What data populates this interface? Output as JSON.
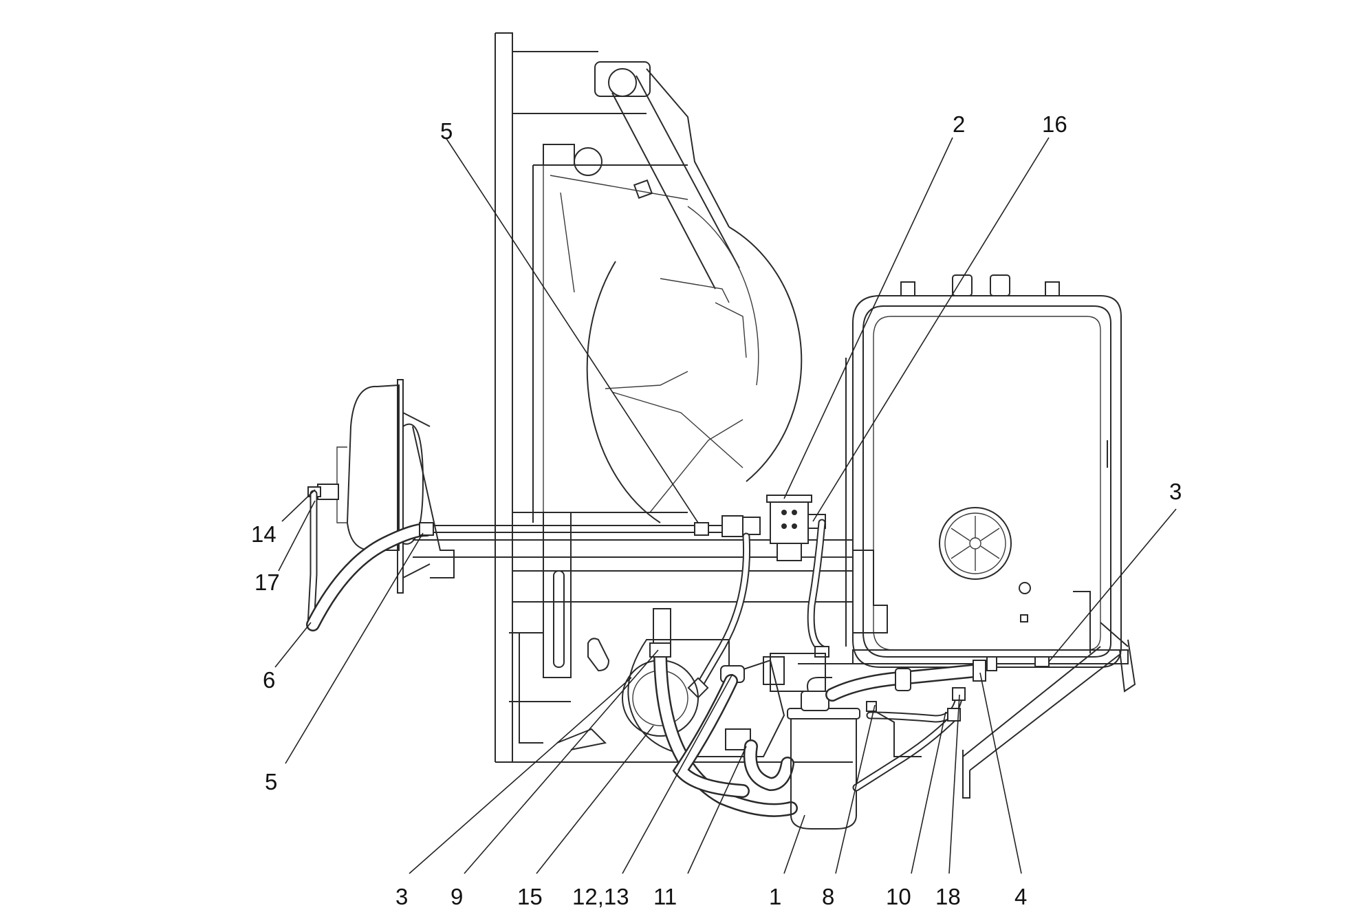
{
  "callouts": [
    {
      "id": "c5a",
      "text": "5"
    },
    {
      "id": "c2",
      "text": "2"
    },
    {
      "id": "c16",
      "text": "16"
    },
    {
      "id": "c3r",
      "text": "3"
    },
    {
      "id": "c14",
      "text": "14"
    },
    {
      "id": "c17",
      "text": "17"
    },
    {
      "id": "c6",
      "text": "6"
    },
    {
      "id": "c5b",
      "text": "5"
    },
    {
      "id": "c3b",
      "text": "3"
    },
    {
      "id": "c9",
      "text": "9"
    },
    {
      "id": "c15",
      "text": "15"
    },
    {
      "id": "c1213",
      "text": "12,13"
    },
    {
      "id": "c11",
      "text": "11"
    },
    {
      "id": "c1",
      "text": "1"
    },
    {
      "id": "c8",
      "text": "8"
    },
    {
      "id": "c10",
      "text": "10"
    },
    {
      "id": "c18",
      "text": "18"
    },
    {
      "id": "c4",
      "text": "4"
    }
  ]
}
